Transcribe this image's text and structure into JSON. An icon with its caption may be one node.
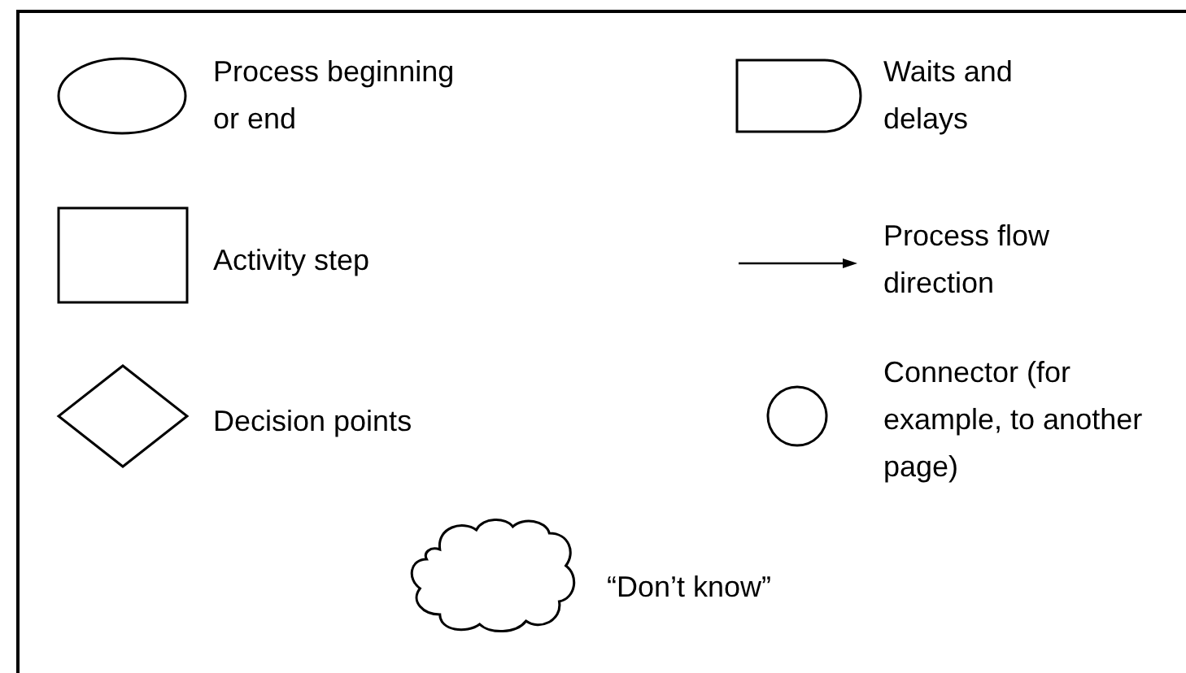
{
  "diagram": {
    "nodes": [
      {
        "text": [],
        "shape": "ellipse",
        "beside": [
          "Process beginning or end"
        ]
      },
      {
        "text": [],
        "shape": "delay",
        "beside": [
          "Waits and delays"
        ]
      },
      {
        "text": [],
        "shape": "box",
        "beside": [
          "Activity step"
        ]
      },
      {
        "text": [],
        "shape": "diamond",
        "beside": [
          "Decision points"
        ]
      },
      {
        "text": [],
        "shape": "circle",
        "beside": [
          "Connector (for example, to another page)"
        ]
      },
      {
        "text": [],
        "shape": "cloud",
        "beside": [
          "“Don’t know”"
        ]
      }
    ],
    "labels": [
      "Process flow direction"
    ]
  }
}
